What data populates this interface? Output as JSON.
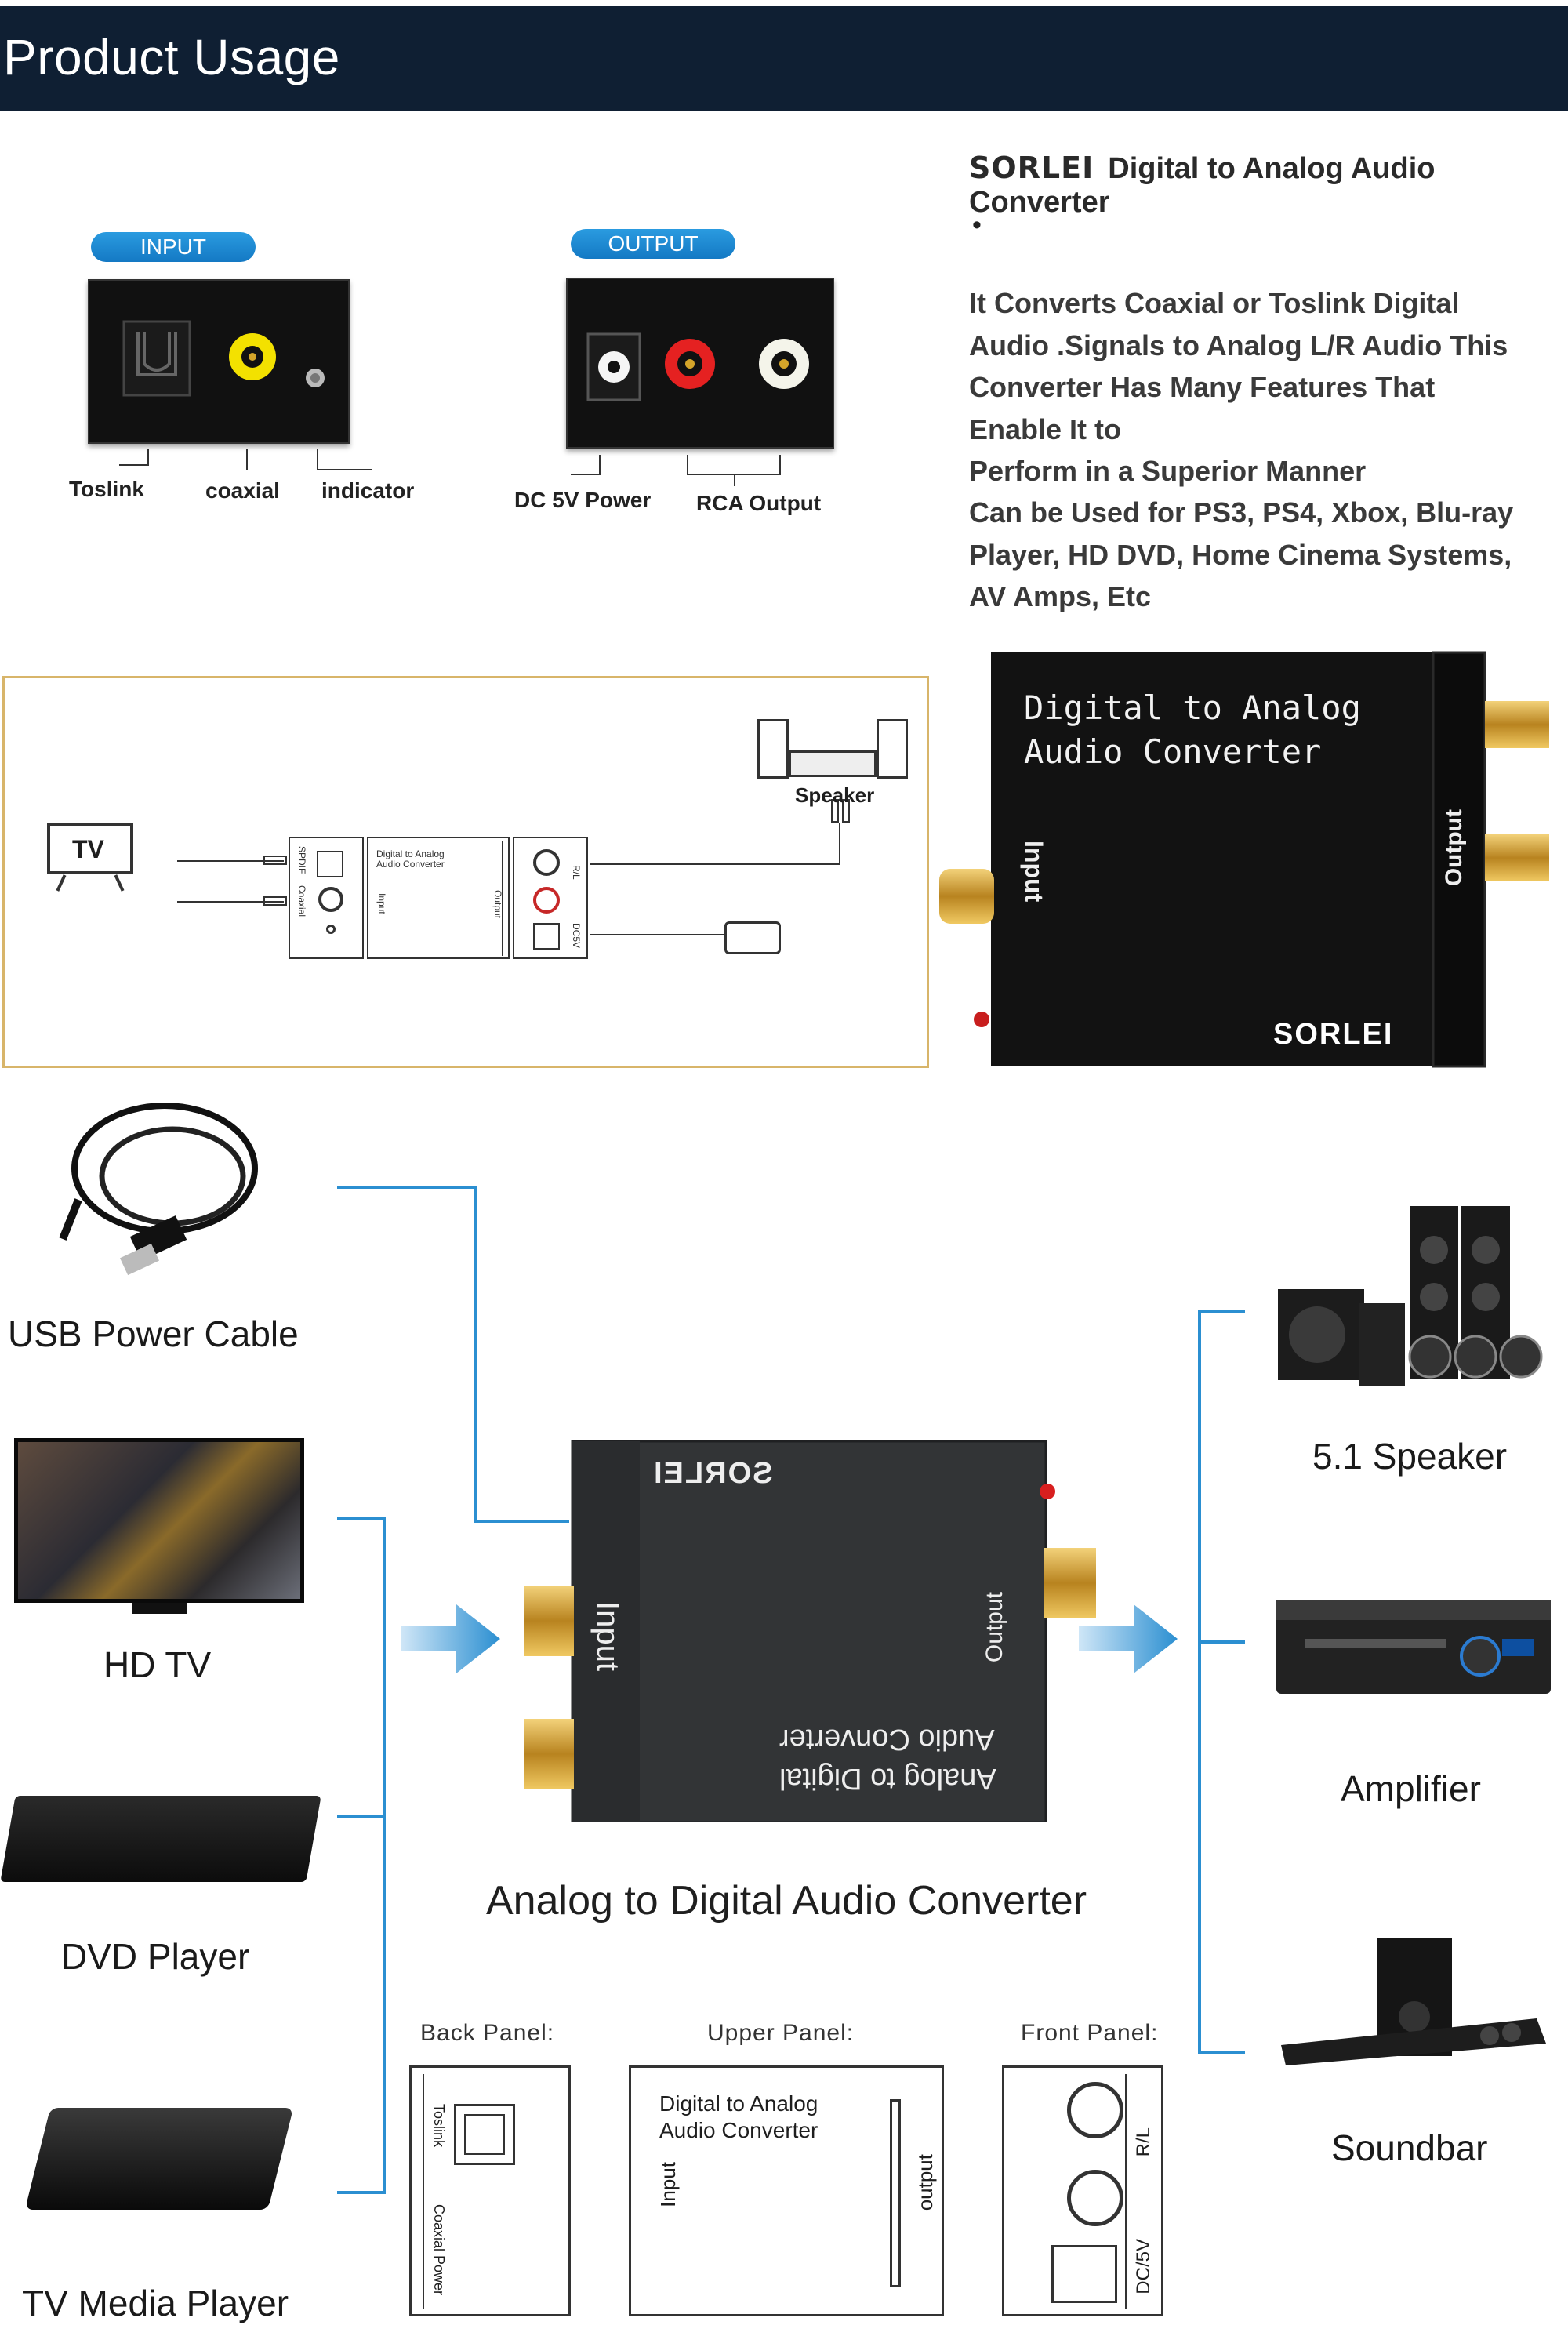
{
  "header": {
    "title": "Product Usage"
  },
  "input_panel": {
    "label": "INPUT",
    "ports": [
      "Toslink",
      "coaxial",
      "indicator"
    ]
  },
  "output_panel": {
    "label": "OUTPUT",
    "ports": [
      "DC 5V Power",
      "RCA Output"
    ]
  },
  "description": {
    "brand": "SORLEI",
    "product": "Digital to Analog Audio Converter",
    "bullet": "•",
    "lines": [
      "It Converts Coaxial or Toslink Digital",
      "Audio .Signals to Analog L/R Audio This",
      "Converter Has Many Features That",
      "Enable It to",
      "Perform in a Superior Manner",
      "Can be Used for PS3, PS4, Xbox, Blu-ray",
      "Player, HD DVD, Home Cinema Systems,",
      "AV Amps, Etc"
    ]
  },
  "diagram": {
    "tv": "TV",
    "speaker": "Speaker",
    "box_title_1": "Digital to Analog",
    "box_title_2": "Audio Converter",
    "spdif": "SPDIF",
    "coaxial": "Coaxial",
    "input": "Input",
    "output": "Output",
    "rl": "R/L",
    "dc5v": "DC5V"
  },
  "product_photo": {
    "line1": "Digital to Analog",
    "line2": "Audio Converter",
    "input": "Input",
    "output": "Output",
    "brand": "SORLEI"
  },
  "sources": [
    "USB Power Cable",
    "HD TV",
    "DVD Player",
    "TV Media Player"
  ],
  "outputs": [
    "5.1 Speaker",
    "Amplifier",
    "Soundbar"
  ],
  "center_device": {
    "brand": "SORLEI",
    "input": "Input",
    "output": "Output",
    "line1": "Analog to Digital",
    "line2": "Audio Converter",
    "caption": "Analog to Digital Audio Converter"
  },
  "panels": {
    "back": {
      "title": "Back Panel:",
      "toslink": "Toslink",
      "coaxial_power": "Coaxial Power"
    },
    "upper": {
      "title": "Upper Panel:",
      "line1": "Digital to Analog",
      "line2": "Audio Converter",
      "input": "Input",
      "output": "output"
    },
    "front": {
      "title": "Front Panel:",
      "rl": "R/L",
      "dc5v": "DC/5V"
    }
  },
  "colors": {
    "header": "#0f1f33",
    "accent_blue": "#2b8fd1",
    "frame_gold": "#d8b56a",
    "gold": "#d4a52a"
  }
}
